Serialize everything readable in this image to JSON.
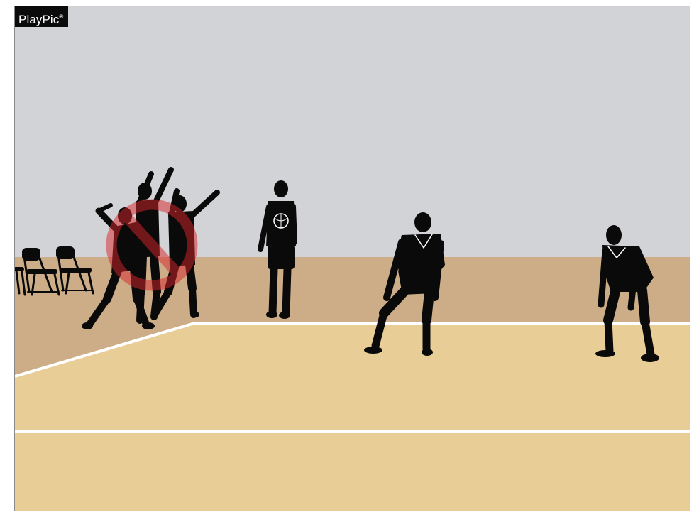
{
  "badge": {
    "brand": "PlayPic",
    "mark": "®"
  },
  "colors": {
    "wall": "#d2d3d6",
    "out_of_bounds": "#ccad88",
    "court": "#e9cd96",
    "lines": "#ffffff",
    "silhouette": "#0a0a0a",
    "prohibition": "#d9262b"
  },
  "scene": {
    "figures": [
      "jumping-player-group",
      "referee-holding-ball",
      "receiver-center",
      "receiver-right"
    ],
    "chairs": 3,
    "overlay_icon": "prohibition-sign-icon"
  }
}
